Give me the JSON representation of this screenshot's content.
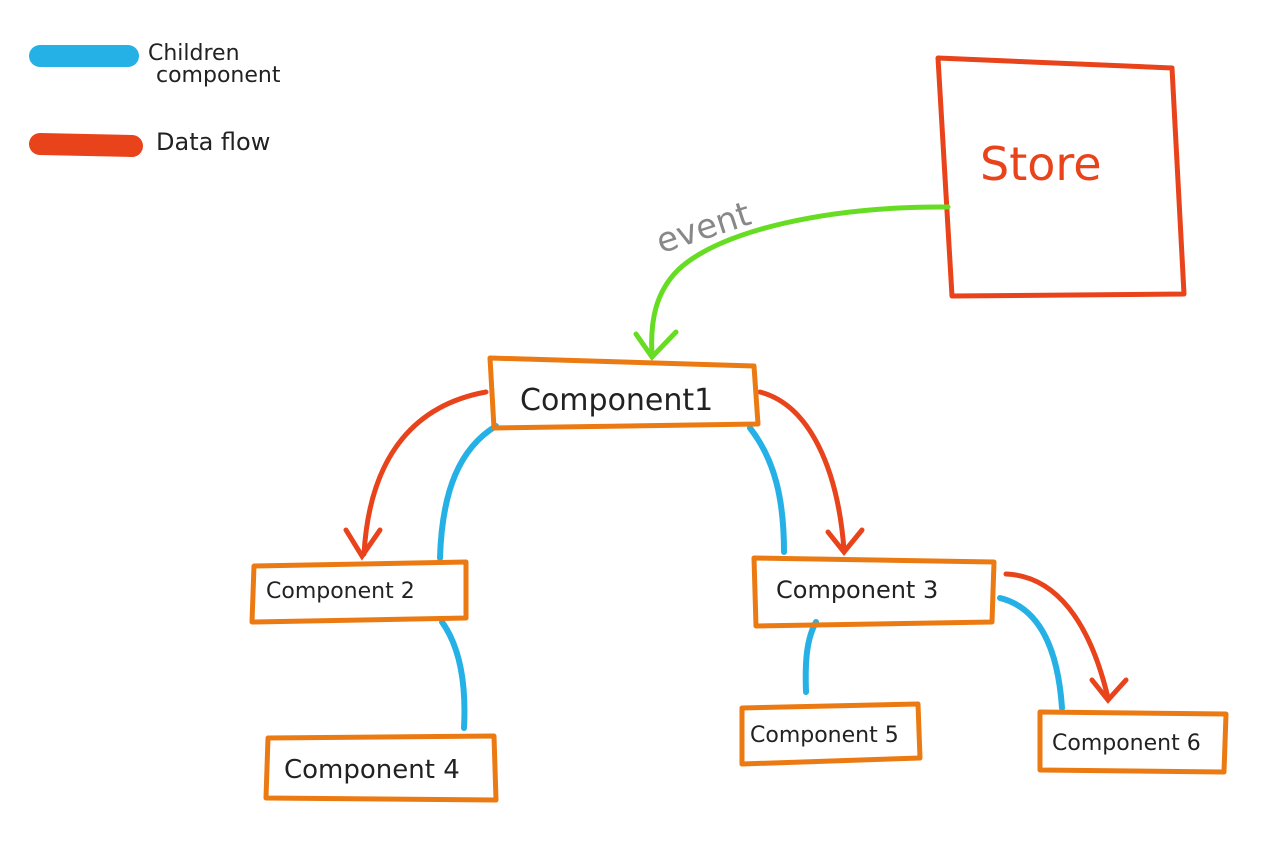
{
  "legend": {
    "children": {
      "label_line1": "Children",
      "label_line2": "component",
      "color": "#25b1e5"
    },
    "dataflow": {
      "label": "Data flow",
      "color": "#e8431b"
    }
  },
  "store": {
    "label": "Store",
    "color": "#e8431b"
  },
  "event": {
    "label": "event",
    "color": "#66dd22"
  },
  "components": {
    "c1": "Component1",
    "c2": "Component 2",
    "c3": "Component 3",
    "c4": "Component 4",
    "c5": "Component 5",
    "c6": "Component 6"
  },
  "colors": {
    "box": "#ec7a12",
    "children": "#25b1e5",
    "dataflow": "#e8431b",
    "event": "#66dd22"
  }
}
